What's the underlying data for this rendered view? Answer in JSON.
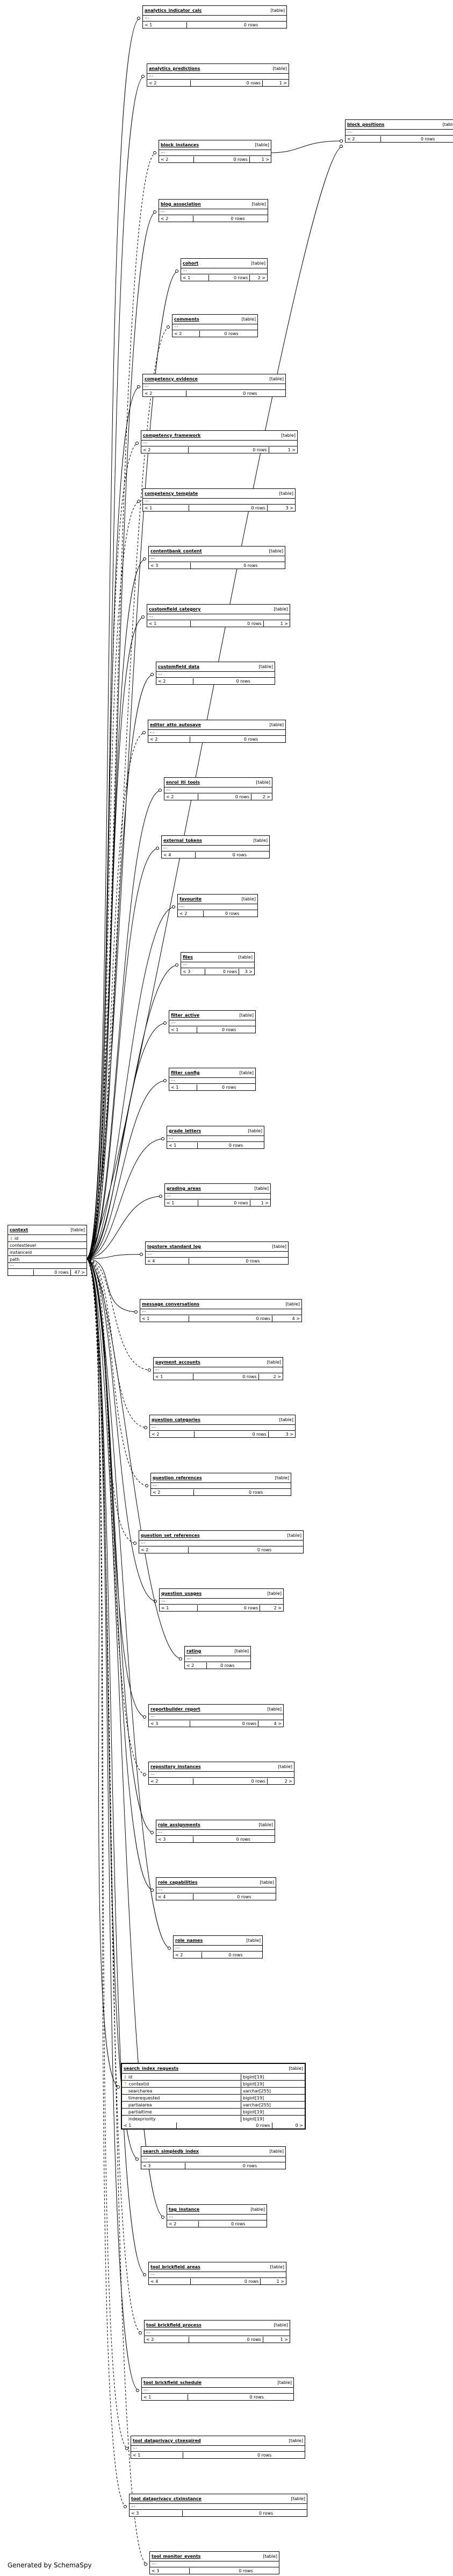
{
  "tables": [
    {
      "id": "analytics_indicator_calc",
      "name": "analytics_indicator_calc",
      "type": "[table]",
      "children": "< 1",
      "rows": "0 rows",
      "parents": ""
    },
    {
      "id": "analytics_predictions",
      "name": "analytics_predictions",
      "type": "[table]",
      "children": "< 2",
      "rows": "0 rows",
      "parents": "1 >"
    },
    {
      "id": "block_positions",
      "name": "block_positions",
      "type": "[table]",
      "children": "< 2",
      "rows": "0 rows",
      "parents": ""
    },
    {
      "id": "block_instances",
      "name": "block_instances",
      "type": "[table]",
      "children": "< 2",
      "rows": "0 rows",
      "parents": "1 >"
    },
    {
      "id": "blog_association",
      "name": "blog_association",
      "type": "[table]",
      "children": "< 2",
      "rows": "0 rows",
      "parents": ""
    },
    {
      "id": "cohort",
      "name": "cohort",
      "type": "[table]",
      "children": "< 1",
      "rows": "0 rows",
      "parents": "2 >"
    },
    {
      "id": "comments",
      "name": "comments",
      "type": "[table]",
      "children": "< 2",
      "rows": "0 rows",
      "parents": ""
    },
    {
      "id": "competency_evidence",
      "name": "competency_evidence",
      "type": "[table]",
      "children": "< 2",
      "rows": "0 rows",
      "parents": ""
    },
    {
      "id": "competency_framework",
      "name": "competency_framework",
      "type": "[table]",
      "children": "< 2",
      "rows": "0 rows",
      "parents": "1 >"
    },
    {
      "id": "competency_template",
      "name": "competency_template",
      "type": "[table]",
      "children": "< 1",
      "rows": "0 rows",
      "parents": "3 >"
    },
    {
      "id": "contentbank_content",
      "name": "contentbank_content",
      "type": "[table]",
      "children": "< 3",
      "rows": "0 rows",
      "parents": ""
    },
    {
      "id": "customfield_category",
      "name": "customfield_category",
      "type": "[table]",
      "children": "< 1",
      "rows": "0 rows",
      "parents": "1 >"
    },
    {
      "id": "customfield_data",
      "name": "customfield_data",
      "type": "[table]",
      "children": "< 2",
      "rows": "0 rows",
      "parents": ""
    },
    {
      "id": "editor_atto_autosave",
      "name": "editor_atto_autosave",
      "type": "[table]",
      "children": "< 2",
      "rows": "0 rows",
      "parents": ""
    },
    {
      "id": "enrol_lti_tools",
      "name": "enrol_lti_tools",
      "type": "[table]",
      "children": "< 2",
      "rows": "0 rows",
      "parents": "2 >"
    },
    {
      "id": "external_tokens",
      "name": "external_tokens",
      "type": "[table]",
      "children": "< 4",
      "rows": "0 rows",
      "parents": ""
    },
    {
      "id": "favourite",
      "name": "favourite",
      "type": "[table]",
      "children": "< 2",
      "rows": "0 rows",
      "parents": ""
    },
    {
      "id": "files",
      "name": "files",
      "type": "[table]",
      "children": "< 3",
      "rows": "0 rows",
      "parents": "3 >"
    },
    {
      "id": "filter_active",
      "name": "filter_active",
      "type": "[table]",
      "children": "< 1",
      "rows": "0 rows",
      "parents": ""
    },
    {
      "id": "filter_config",
      "name": "filter_config",
      "type": "[table]",
      "children": "< 1",
      "rows": "0 rows",
      "parents": ""
    },
    {
      "id": "grade_letters",
      "name": "grade_letters",
      "type": "[table]",
      "children": "< 1",
      "rows": "0 rows",
      "parents": ""
    },
    {
      "id": "grading_areas",
      "name": "grading_areas",
      "type": "[table]",
      "children": "< 1",
      "rows": "0 rows",
      "parents": "1 >"
    },
    {
      "id": "logstore_standard_log",
      "name": "logstore_standard_log",
      "type": "[table]",
      "children": "< 4",
      "rows": "0 rows",
      "parents": ""
    },
    {
      "id": "message_conversations",
      "name": "message_conversations",
      "type": "[table]",
      "children": "< 1",
      "rows": "0 rows",
      "parents": "4 >"
    },
    {
      "id": "payment_accounts",
      "name": "payment_accounts",
      "type": "[table]",
      "children": "< 1",
      "rows": "0 rows",
      "parents": "2 >"
    },
    {
      "id": "question_categories",
      "name": "question_categories",
      "type": "[table]",
      "children": "< 2",
      "rows": "0 rows",
      "parents": "3 >"
    },
    {
      "id": "question_references",
      "name": "question_references",
      "type": "[table]",
      "children": "< 2",
      "rows": "0 rows",
      "parents": ""
    },
    {
      "id": "question_set_references",
      "name": "question_set_references",
      "type": "[table]",
      "children": "< 2",
      "rows": "0 rows",
      "parents": ""
    },
    {
      "id": "question_usages",
      "name": "question_usages",
      "type": "[table]",
      "children": "< 1",
      "rows": "0 rows",
      "parents": "2 >"
    },
    {
      "id": "rating",
      "name": "rating",
      "type": "[table]",
      "children": "< 2",
      "rows": "0 rows",
      "parents": ""
    },
    {
      "id": "reportbuilder_report",
      "name": "reportbuilder_report",
      "type": "[table]",
      "children": "< 3",
      "rows": "0 rows",
      "parents": "4 >"
    },
    {
      "id": "repository_instances",
      "name": "repository_instances",
      "type": "[table]",
      "children": "< 2",
      "rows": "0 rows",
      "parents": "2 >"
    },
    {
      "id": "role_assignments",
      "name": "role_assignments",
      "type": "[table]",
      "children": "< 3",
      "rows": "0 rows",
      "parents": ""
    },
    {
      "id": "role_capabilities",
      "name": "role_capabilities",
      "type": "[table]",
      "children": "< 4",
      "rows": "0 rows",
      "parents": ""
    },
    {
      "id": "role_names",
      "name": "role_names",
      "type": "[table]",
      "children": "< 2",
      "rows": "0 rows",
      "parents": ""
    },
    {
      "id": "search_simpledb_index",
      "name": "search_simpledb_index",
      "type": "[table]",
      "children": "< 3",
      "rows": "0 rows",
      "parents": ""
    },
    {
      "id": "tag_instance",
      "name": "tag_instance",
      "type": "[table]",
      "children": "< 2",
      "rows": "0 rows",
      "parents": ""
    },
    {
      "id": "tool_brickfield_areas",
      "name": "tool_brickfield_areas",
      "type": "[table]",
      "children": "< 4",
      "rows": "0 rows",
      "parents": "1 >"
    },
    {
      "id": "tool_brickfield_process",
      "name": "tool_brickfield_process",
      "type": "[table]",
      "children": "< 2",
      "rows": "0 rows",
      "parents": "1 >"
    },
    {
      "id": "tool_brickfield_schedule",
      "name": "tool_brickfield_schedule",
      "type": "[table]",
      "children": "< 1",
      "rows": "0 rows",
      "parents": ""
    },
    {
      "id": "tool_dataprivacy_ctxexpired",
      "name": "tool_dataprivacy_ctxexpired",
      "type": "[table]",
      "children": "< 1",
      "rows": "0 rows",
      "parents": ""
    },
    {
      "id": "tool_dataprivacy_ctxinstance",
      "name": "tool_dataprivacy_ctxinstance",
      "type": "[table]",
      "children": "< 3",
      "rows": "0 rows",
      "parents": ""
    },
    {
      "id": "tool_monitor_events",
      "name": "tool_monitor_events",
      "type": "[table]",
      "children": "< 3",
      "rows": "0 rows",
      "parents": ""
    }
  ],
  "context": {
    "name": "context",
    "type": "[table]",
    "columns": [
      "id",
      "contextlevel",
      "instanceid",
      "path"
    ],
    "rows": "0 rows",
    "parents": "47 >"
  },
  "search_index_requests": {
    "name": "search_index_requests",
    "type": "[table]",
    "columns": [
      {
        "name": "id",
        "type": "bigint[19]",
        "key": "pk"
      },
      {
        "name": "contextid",
        "type": "bigint[19]",
        "key": "fk"
      },
      {
        "name": "searcharea",
        "type": "varchar[255]",
        "key": ""
      },
      {
        "name": "timerequested",
        "type": "bigint[19]",
        "key": ""
      },
      {
        "name": "partialarea",
        "type": "varchar[255]",
        "key": ""
      },
      {
        "name": "partialtime",
        "type": "bigint[19]",
        "key": ""
      },
      {
        "name": "indexpriority",
        "type": "bigint[19]",
        "key": ""
      }
    ],
    "children": "< 1",
    "rows": "0 rows",
    "parents": "0 >"
  },
  "footer": "Generated by SchemaSpy",
  "colors": {
    "line": "#000000",
    "key": "#b28800"
  },
  "dashed_edges": [
    "block_instances",
    "comments",
    "competency_framework",
    "competency_template",
    "editor_atto_autosave",
    "payment_accounts",
    "question_categories",
    "question_references",
    "question_set_references",
    "repository_instances",
    "tool_brickfield_process",
    "tool_dataprivacy_ctxexpired",
    "tool_dataprivacy_ctxinstance",
    "tool_monitor_events"
  ]
}
